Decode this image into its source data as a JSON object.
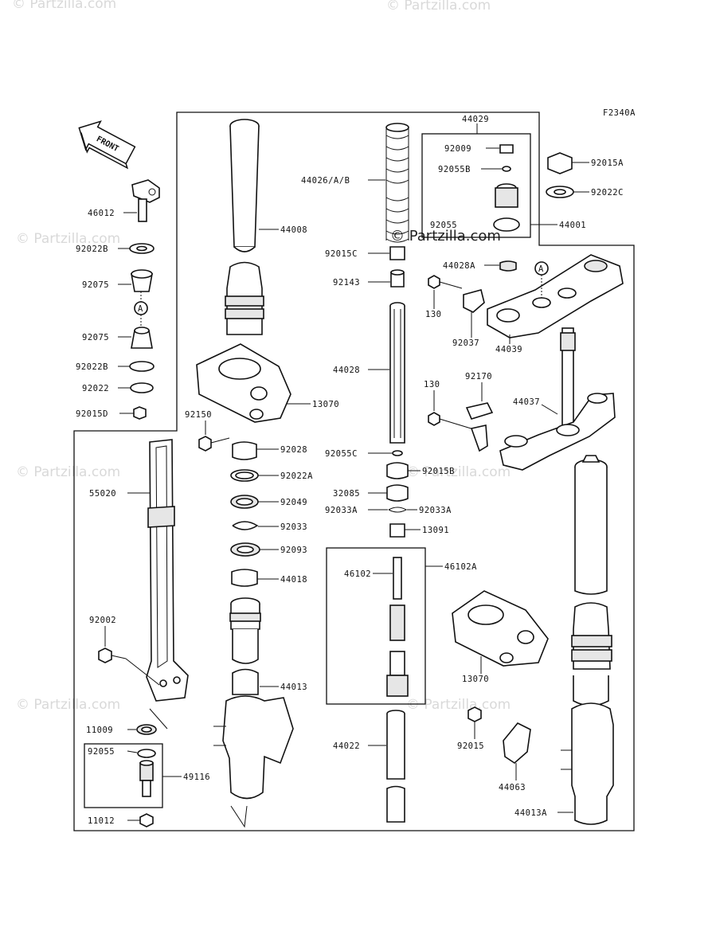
{
  "diagram": {
    "code": "F2340A",
    "front_label": "FRONT",
    "subassembly_ref": "A",
    "watermark": "© Partzilla.com",
    "labels": {
      "p46012": "46012",
      "p92022B_1": "92022B",
      "p92075_1": "92075",
      "p92075_2": "92075",
      "p92022B_2": "92022B",
      "p92022": "92022",
      "p92015D": "92015D",
      "p44008": "44008",
      "p13070_1": "13070",
      "p92150": "92150",
      "p92028": "92028",
      "p92022A": "92022A",
      "p92049": "92049",
      "p92033": "92033",
      "p92093": "92093",
      "p44018": "44018",
      "p55020": "55020",
      "p92002": "92002",
      "p44013": "44013",
      "p11009": "11009",
      "p92055": "92055",
      "p49116": "49116",
      "p11012": "11012",
      "p44029": "44029",
      "p44026": "44026/A/B",
      "p92009": "92009",
      "p92055B": "92055B",
      "p9205x": "92055",
      "p44001": "44001",
      "p92015A": "92015A",
      "p92022C": "92022C",
      "p92015C": "92015C",
      "p92143": "92143",
      "p44028A": "44028A",
      "p130_1": "130",
      "p92037": "92037",
      "p44039": "44039",
      "p44028": "44028",
      "p130_2": "130",
      "p92170": "92170",
      "p44037": "44037",
      "p92055C": "92055C",
      "p92015B": "92015B",
      "p32085": "32085",
      "p92033A_1": "92033A",
      "p92033A_2": "92033A",
      "p13091": "13091",
      "p46102": "46102",
      "p46102A": "46102A",
      "p13070_2": "13070",
      "p44022": "44022",
      "p92015": "92015",
      "p44063": "44063",
      "p44013A": "44013A"
    }
  }
}
